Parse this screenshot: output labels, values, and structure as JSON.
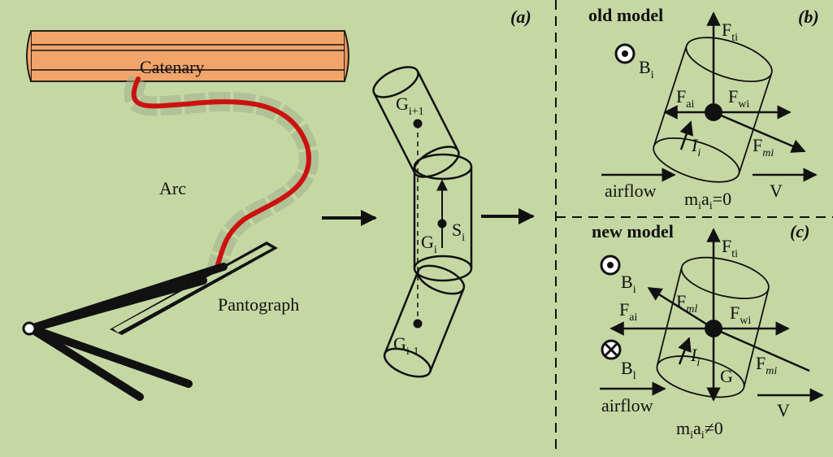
{
  "labels": {
    "catenary": "Catenary",
    "arc": "Arc",
    "pantograph": "Pantograph",
    "panel_a": "(a)",
    "panel_b": "(b)",
    "panel_c": "(c)",
    "old_model": "old model",
    "new_model": "new model",
    "airflow": "airflow",
    "V": "V",
    "G": "G",
    "cond_old": "m",
    "cond_old_sub1": "i",
    "cond_old_mid": "a",
    "cond_old_sub2": "i",
    "cond_old_tail": "=0",
    "cond_new_tail": "≠0"
  },
  "segments": {
    "top": {
      "main": "G",
      "sub": "i+1"
    },
    "mid": {
      "main": "G",
      "sub": "i"
    },
    "bot": {
      "main": "G",
      "sub": "i-1"
    },
    "s": {
      "main": "S",
      "sub": "i"
    }
  },
  "forces": {
    "Fti": {
      "main": "F",
      "sub": "ti"
    },
    "Fai": {
      "main": "F",
      "sub": "ai"
    },
    "Fwi": {
      "main": "F",
      "sub": "wi"
    },
    "Fmi": {
      "main": "F",
      "sub": "mi"
    },
    "Fml": {
      "main": "F",
      "sub": "ml"
    },
    "Ii": {
      "main": "I",
      "sub": "i"
    },
    "Bi": {
      "main": "B",
      "sub": "i"
    },
    "Bl": {
      "main": "B",
      "sub": "l"
    }
  },
  "colors": {
    "background": "#c5d8a4",
    "catenary": "#f2a56b",
    "arc": "#cc1111",
    "ink": "#111111"
  }
}
